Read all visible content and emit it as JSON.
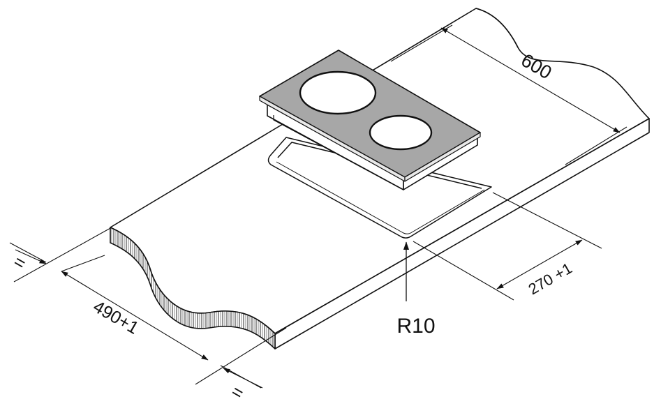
{
  "diagram": {
    "depth_dim": "600",
    "cutout_width_dim": "490+1",
    "cutout_depth_dim": "270 +1",
    "corner_radius": "R10",
    "equal_mark_left": "=",
    "equal_mark_bottom": "=",
    "colors": {
      "line": "#111111",
      "hob_glass": "#a7a7a7",
      "zone_fill": "#ffffff",
      "background": "#ffffff"
    }
  }
}
